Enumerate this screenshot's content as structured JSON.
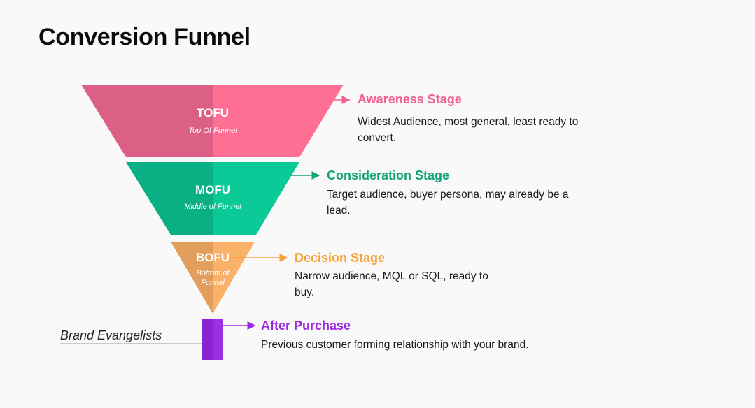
{
  "title": "Conversion Funnel",
  "colors": {
    "tofu": "#ff6f93",
    "tofu_dark": "#dc5f85",
    "mofu": "#0cca98",
    "mofu_dark": "#0ab084",
    "bofu": "#fab26b",
    "bofu_dark": "#e19e5d",
    "after": "#9c2ee6",
    "after_dark": "#7a22c6",
    "awareness_text": "#f2608f",
    "consideration_text": "#12a37a",
    "decision_text": "#f7a035",
    "after_text": "#9a28e0"
  },
  "funnel": {
    "tofu": {
      "abbr": "TOFU",
      "full": "Top Of Funnel"
    },
    "mofu": {
      "abbr": "MOFU",
      "full": "Middle of Funnel"
    },
    "bofu": {
      "abbr": "BOFU",
      "full_line1": "Bottom of",
      "full_line2": "Funnel"
    }
  },
  "stages": {
    "awareness": {
      "title": "Awareness Stage",
      "desc_line1": "Widest Audience, most general, least ready to",
      "desc_line2": "convert."
    },
    "consideration": {
      "title": "Consideration Stage",
      "desc_line1": "Target audience, buyer persona, may already be a",
      "desc_line2": "lead."
    },
    "decision": {
      "title": "Decision Stage",
      "desc_line1": "Narrow audience, MQL or SQL, ready to",
      "desc_line2": "buy."
    },
    "after": {
      "title": "After Purchase",
      "desc_line1": "Previous customer forming relationship with your brand."
    }
  },
  "brand_label": "Brand Evangelists"
}
